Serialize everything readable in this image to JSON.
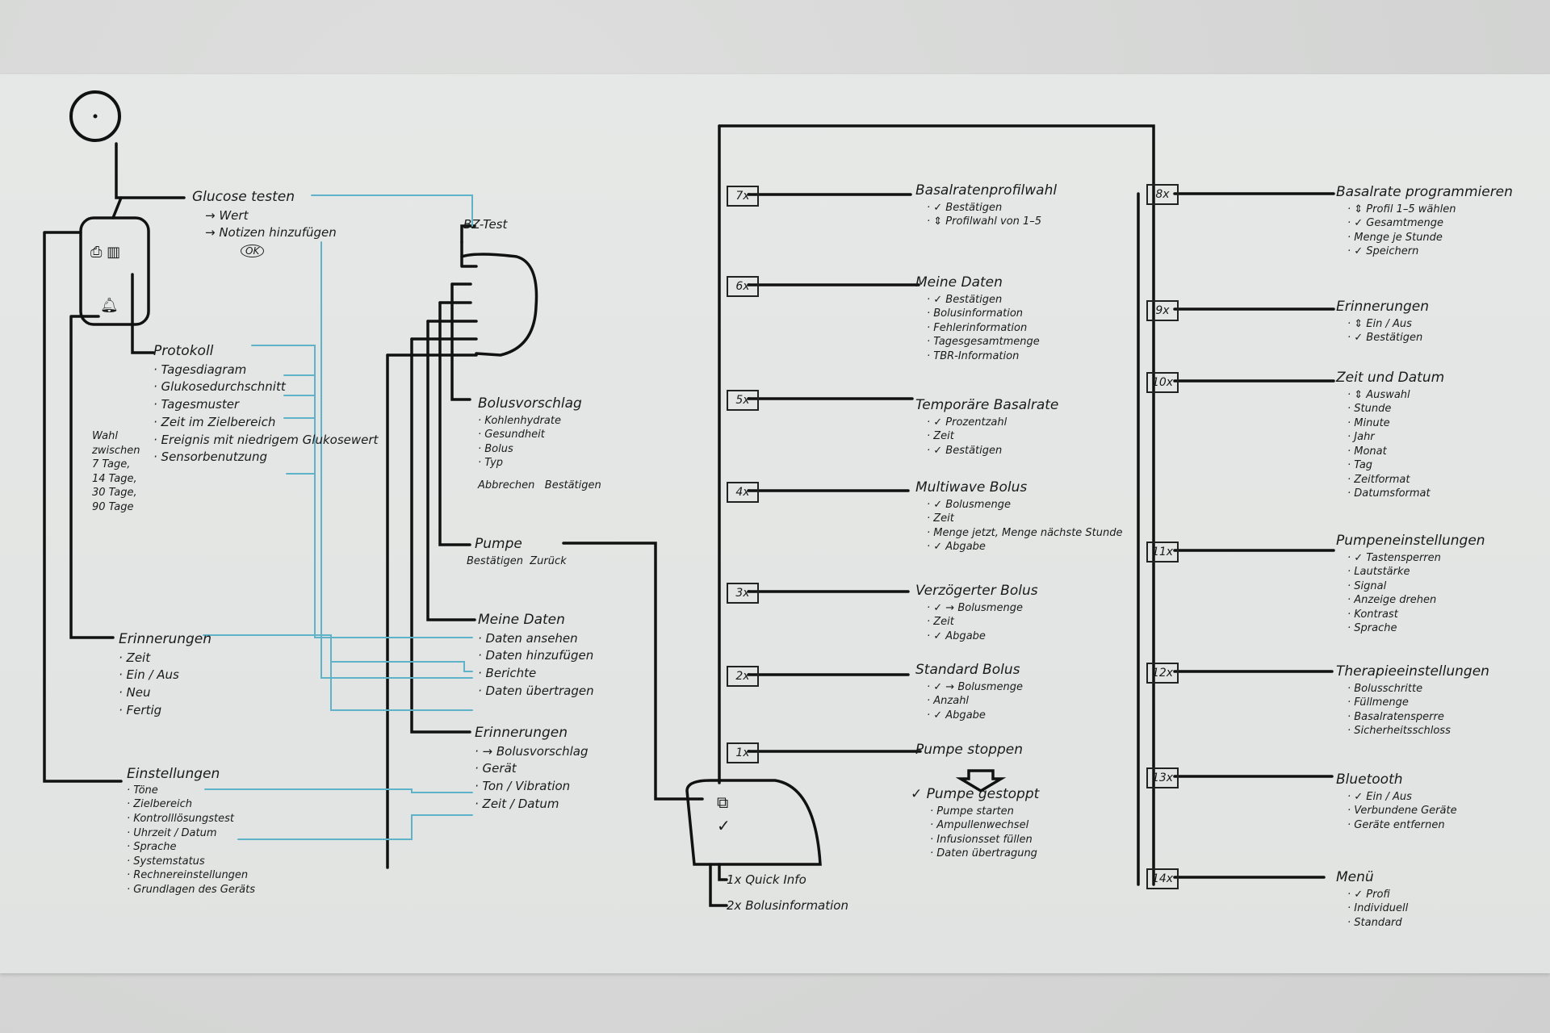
{
  "left": {
    "glucose": {
      "title": "Glucose testen",
      "items": [
        "→ Wert",
        "→ Notizen hinzufügen"
      ],
      "ok": "OK"
    },
    "protokoll": {
      "title": "Protokoll",
      "items": [
        "Tagesdiagram",
        "Glukosedurchschnitt",
        "Tagesmuster",
        "Zeit im Zielbereich",
        "Ereignis mit niedrigem Glukosewert",
        "Sensorbenutzung"
      ]
    },
    "wahl": {
      "lines": [
        "Wahl",
        "zwischen",
        "7 Tage,",
        "14 Tage,",
        "30 Tage,",
        "90 Tage"
      ]
    },
    "erinnerungen": {
      "title": "Erinnerungen",
      "items": [
        "Zeit",
        "Ein / Aus",
        "Neu",
        "Fertig"
      ]
    },
    "einstellungen": {
      "title": "Einstellungen",
      "items": [
        "Töne",
        "Zielbereich",
        "Kontrolllösungstest",
        "Uhrzeit / Datum",
        "Sprache",
        "Systemstatus",
        "Rechnereinstellungen",
        "Grundlagen des Geräts"
      ]
    }
  },
  "middle": {
    "bz_test": "BZ-Test",
    "bolusvorschlag": {
      "title": "Bolusvorschlag",
      "items": [
        "Kohlenhydrate",
        "Gesundheit",
        "Bolus",
        "Typ"
      ],
      "cancel": "Abbrechen",
      "confirm": "Bestätigen"
    },
    "pumpe": {
      "title": "Pumpe",
      "confirm": "Bestätigen",
      "back": "Zurück"
    },
    "meine_daten": {
      "title": "Meine Daten",
      "items": [
        "Daten ansehen",
        "Daten hinzufügen",
        "Berichte",
        "Daten übertragen"
      ]
    },
    "erinnerungen": {
      "title": "Erinnerungen",
      "items": [
        "→ Bolusvorschlag",
        "Gerät",
        "Ton / Vibration",
        "Zeit / Datum"
      ]
    }
  },
  "pump": {
    "boxes": [
      "7x",
      "6x",
      "5x",
      "4x",
      "3x",
      "2x",
      "1x"
    ],
    "blocks": [
      {
        "title": "Basalratenprofilwahl",
        "items": [
          "✓ Bestätigen",
          "⇕ Profilwahl von 1–5"
        ]
      },
      {
        "title": "Meine Daten",
        "items": [
          "✓ Bestätigen",
          "Bolusinformation",
          "Fehlerinformation",
          "Tagesgesamtmenge",
          "TBR-Information"
        ]
      },
      {
        "title": "Temporäre Basalrate",
        "items": [
          "✓ Prozentzahl",
          "Zeit",
          "✓ Bestätigen"
        ]
      },
      {
        "title": "Multiwave Bolus",
        "items": [
          "✓ Bolusmenge",
          "Zeit",
          "Menge jetzt, Menge nächste Stunde",
          "✓ Abgabe"
        ]
      },
      {
        "title": "Verzögerter Bolus",
        "items": [
          "✓ → Bolusmenge",
          "Zeit",
          "✓ Abgabe"
        ]
      },
      {
        "title": "Standard Bolus",
        "items": [
          "✓ → Bolusmenge",
          "Anzahl",
          "✓ Abgabe"
        ]
      },
      {
        "title": "Pumpe stoppen",
        "items": []
      }
    ],
    "stopped": {
      "title": "✓ Pumpe gestoppt",
      "items": [
        "Pumpe starten",
        "Ampullenwechsel",
        "Infusionsset füllen",
        "Daten übertragung"
      ]
    },
    "quick_info": "1x Quick Info",
    "bolus_info": "2x Bolusinformation"
  },
  "right": {
    "boxes": [
      "8x",
      "9x",
      "10x",
      "11x",
      "12x",
      "13x",
      "14x"
    ],
    "blocks": [
      {
        "title": "Basalrate programmieren",
        "items": [
          "⇕ Profil 1–5 wählen",
          "✓ Gesamtmenge",
          "Menge je Stunde",
          "✓ Speichern"
        ]
      },
      {
        "title": "Erinnerungen",
        "items": [
          "⇕ Ein / Aus",
          "✓ Bestätigen"
        ]
      },
      {
        "title": "Zeit und Datum",
        "items": [
          "⇕ Auswahl",
          "Stunde",
          "Minute",
          "Jahr",
          "Monat",
          "Tag",
          "Zeitformat",
          "Datumsformat"
        ]
      },
      {
        "title": "Pumpeneinstellungen",
        "items": [
          "✓ Tastensperren",
          "Lautstärke",
          "Signal",
          "Anzeige drehen",
          "Kontrast",
          "Sprache"
        ]
      },
      {
        "title": "Therapieeinstellungen",
        "items": [
          "Bolusschritte",
          "Füllmenge",
          "Basalratensperre",
          "Sicherheitsschloss"
        ]
      },
      {
        "title": "Bluetooth",
        "items": [
          "✓ Ein / Aus",
          "Verbundene Geräte",
          "Geräte entfernen"
        ]
      },
      {
        "title": "Menü",
        "items": [
          "✓ Profi",
          "Individuell",
          "Standard"
        ]
      }
    ]
  },
  "colors": {
    "ink": "#1a1a1a",
    "blue": "#5fb3c8",
    "paper": "#e4e6e5"
  }
}
